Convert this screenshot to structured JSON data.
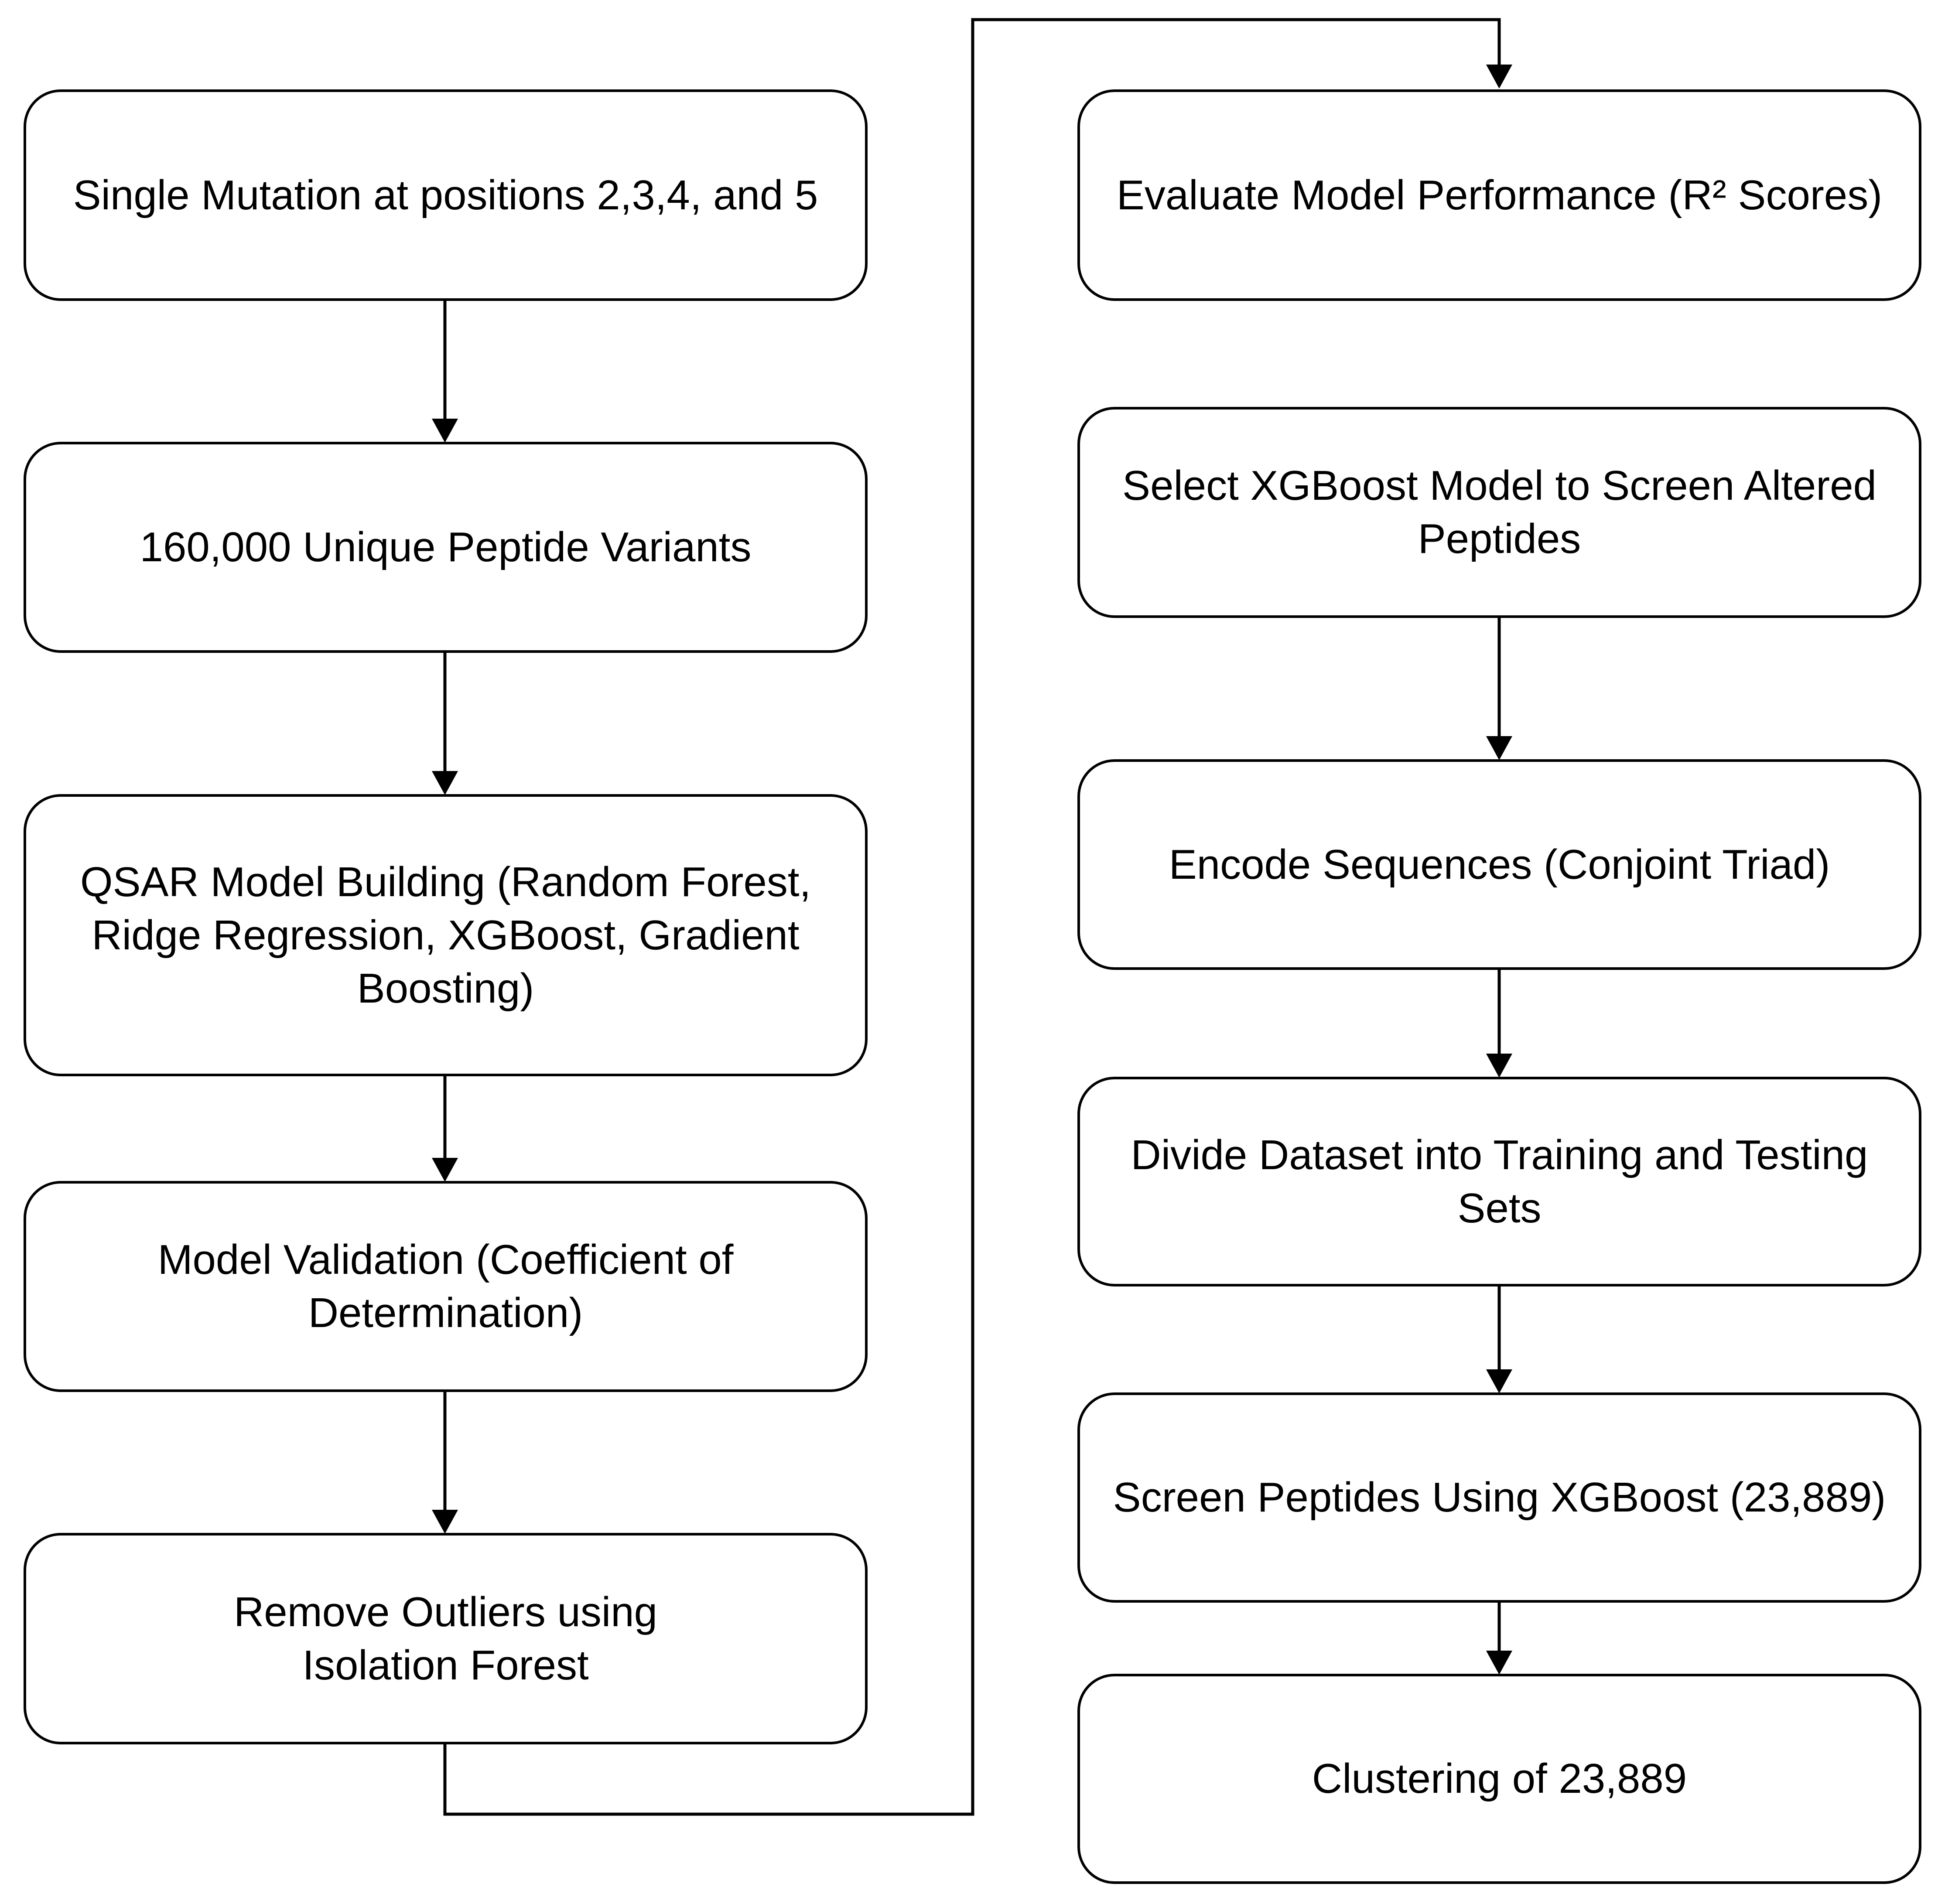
{
  "steps": {
    "single_mutation": "Single Mutation at positions 2,3,4, and 5",
    "unique_variants": "160,000 Unique Peptide Variants",
    "qsar_building": "QSAR Model Building (Random Forest, Ridge Regression, XGBoost, Gradient Boosting)",
    "model_validation": "Model Validation (Coefficient of Determination)",
    "remove_outliers": "Remove Outliers using Isolation Forest",
    "evaluate_performance": "Evaluate Model Performance (R² Scores)",
    "select_xgboost": "Select XGBoost Model to Screen Altered Peptides",
    "encode_sequences": "Encode Sequences (Conjoint Triad)",
    "divide_dataset": "Divide Dataset into Training and Testing Sets",
    "screen_peptides": "Screen Peptides Using XGBoost (23,889)",
    "clustering": "Clustering of 23,889"
  }
}
